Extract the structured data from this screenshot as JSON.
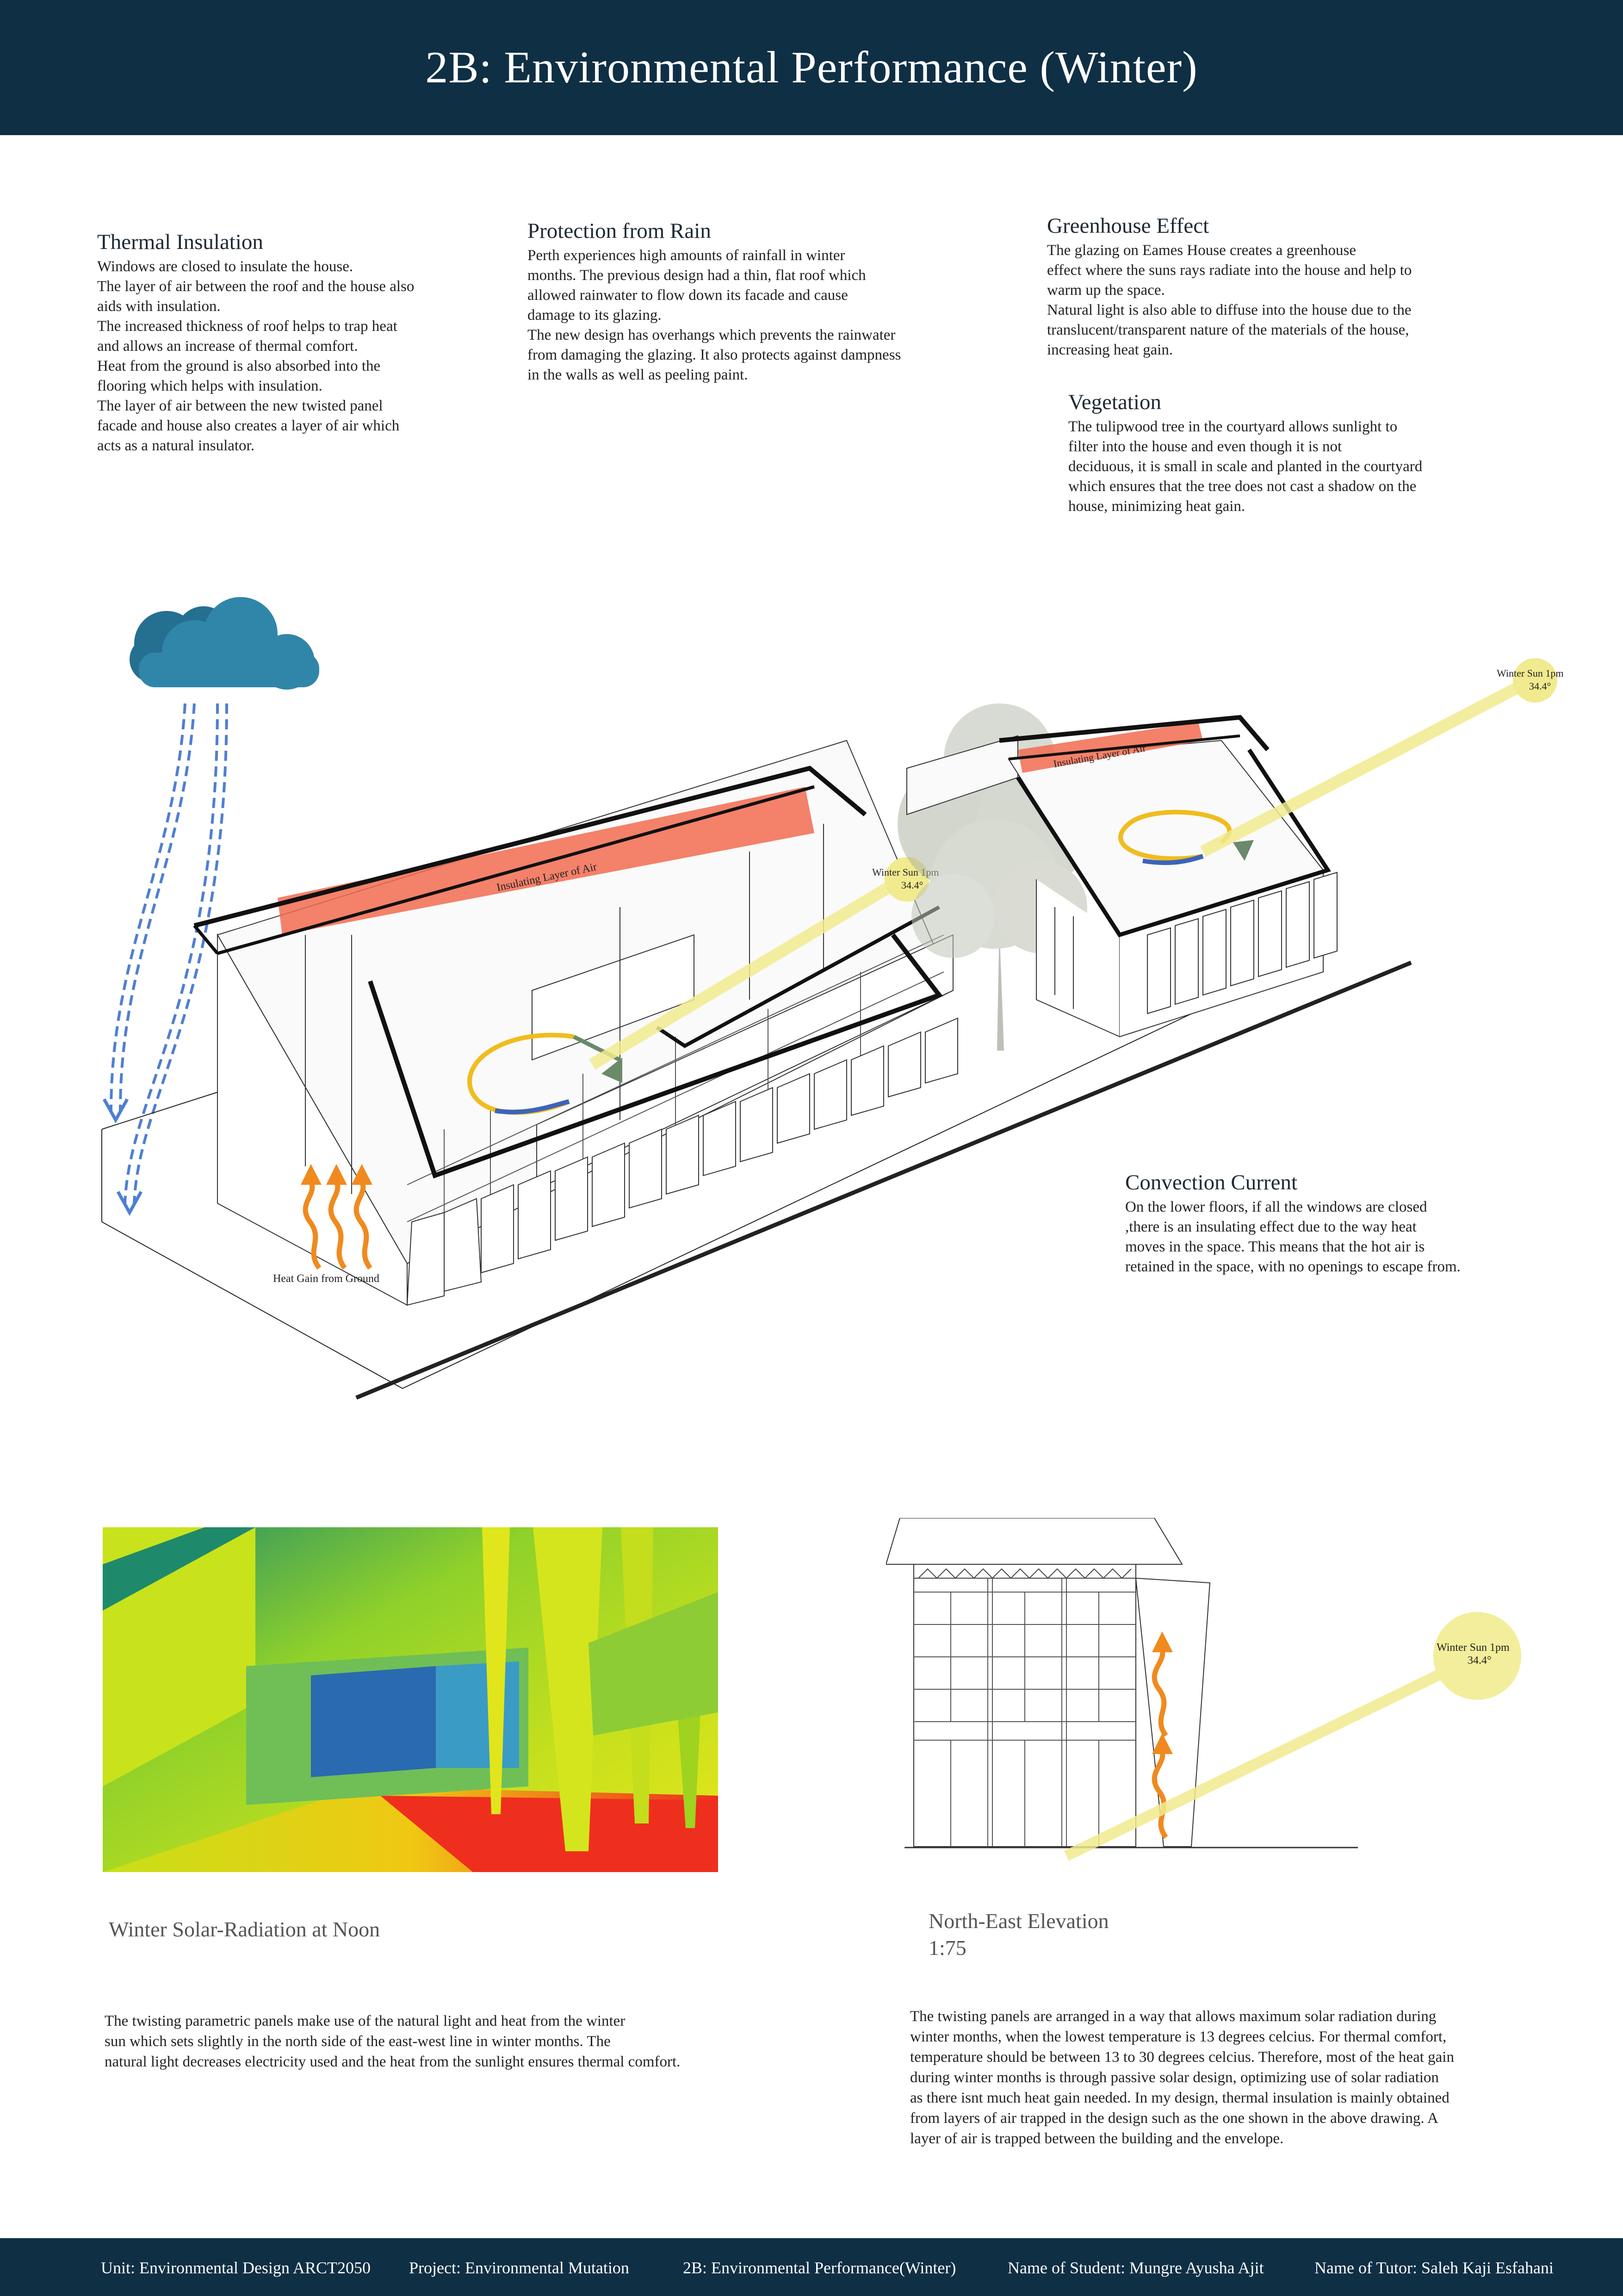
{
  "header": {
    "title": "2B: Environmental Performance (Winter)"
  },
  "sections": {
    "thermal": {
      "heading": "Thermal Insulation",
      "body": "Windows are closed to insulate the house.\nThe layer of air between the roof and the house also\naids with insulation.\nThe increased thickness of roof helps to trap heat\nand allows an increase of thermal comfort.\nHeat from the ground is also absorbed into the\nflooring which helps with insulation.\nThe layer of air between the new twisted panel\nfacade and house also creates a layer of air which\nacts as a natural insulator."
    },
    "rain": {
      "heading": "Protection from Rain",
      "body": "Perth experiences high amounts of rainfall in winter\nmonths. The previous design had a thin, flat roof which\nallowed rainwater to flow down its facade and cause\ndamage to its glazing.\nThe new design has overhangs which prevents the rainwater\nfrom damaging the glazing. It also protects against dampness\nin the walls as well as peeling paint."
    },
    "greenhouse": {
      "heading": "Greenhouse Effect",
      "body": "The glazing on Eames House creates a greenhouse\neffect where the suns rays radiate into the house and help to\nwarm up the space.\nNatural light is also able to diffuse into the house due to the\ntranslucent/transparent nature of the materials of the house,\nincreasing heat gain."
    },
    "vegetation": {
      "heading": "Vegetation",
      "body": "The tulipwood tree in the courtyard allows sunlight to\nfilter into the house and even though it is not\ndeciduous, it is small in scale and planted in the courtyard\nwhich ensures that the tree does not cast a shadow on the\nhouse, minimizing heat gain."
    },
    "convection": {
      "heading": "Convection Current",
      "body": "On the lower floors, if all the  windows are closed\n,there is an insulating effect due to the way heat\nmoves in the space. This means that the hot air is\nretained in the space, with no openings to escape from."
    }
  },
  "diagram_labels": {
    "insulating_layer_left": "Insulating Layer of Air",
    "insulating_layer_right": "Insulating Layer of Air",
    "sun_label": "Winter Sun 1pm",
    "sun_angle": "34.4°",
    "heat_gain": "Heat Gain from Ground"
  },
  "captions": {
    "solar": "Winter Solar-Radiation at Noon",
    "elevation": "North-East Elevation\n1:75"
  },
  "paragraphs": {
    "solar": "The twisting parametric panels make use of the natural light and heat from the winter\n sun which sets slightly in the north side of the east-west line in winter months. The\nnatural light decreases electricity used and the heat from the sunlight ensures thermal comfort.",
    "elevation": "The twisting panels are arranged in a way that allows maximum solar radiation during\nwinter months, when the lowest temperature is 13 degrees celcius. For thermal comfort,\ntemperature should be between 13 to 30 degrees celcius. Therefore, most of the heat gain\nduring winter months is through passive solar design, optimizing use of solar radiation\nas there isnt much heat gain needed. In my design, thermal insulation is mainly obtained\nfrom layers of air trapped in the design such as the one shown in the above drawing. A\nlayer of air is trapped between the building and the envelope."
  },
  "footer": {
    "unit": "Unit: Environmental Design ARCT2050",
    "project": "Project: Environmental Mutation",
    "section": "2B: Environmental Performance(Winter)",
    "student": "Name of Student: Mungre Ayusha Ajit",
    "tutor": "Name of Tutor: Saleh Kaji Esfahani"
  },
  "colors": {
    "header_bg": "#0f2f45",
    "insulation": "#f26b50",
    "sun": "#f1ea8e",
    "heat_arrow": "#f08a1e",
    "rain": "#4f7fd1",
    "cloud": "#2f7f9f"
  }
}
